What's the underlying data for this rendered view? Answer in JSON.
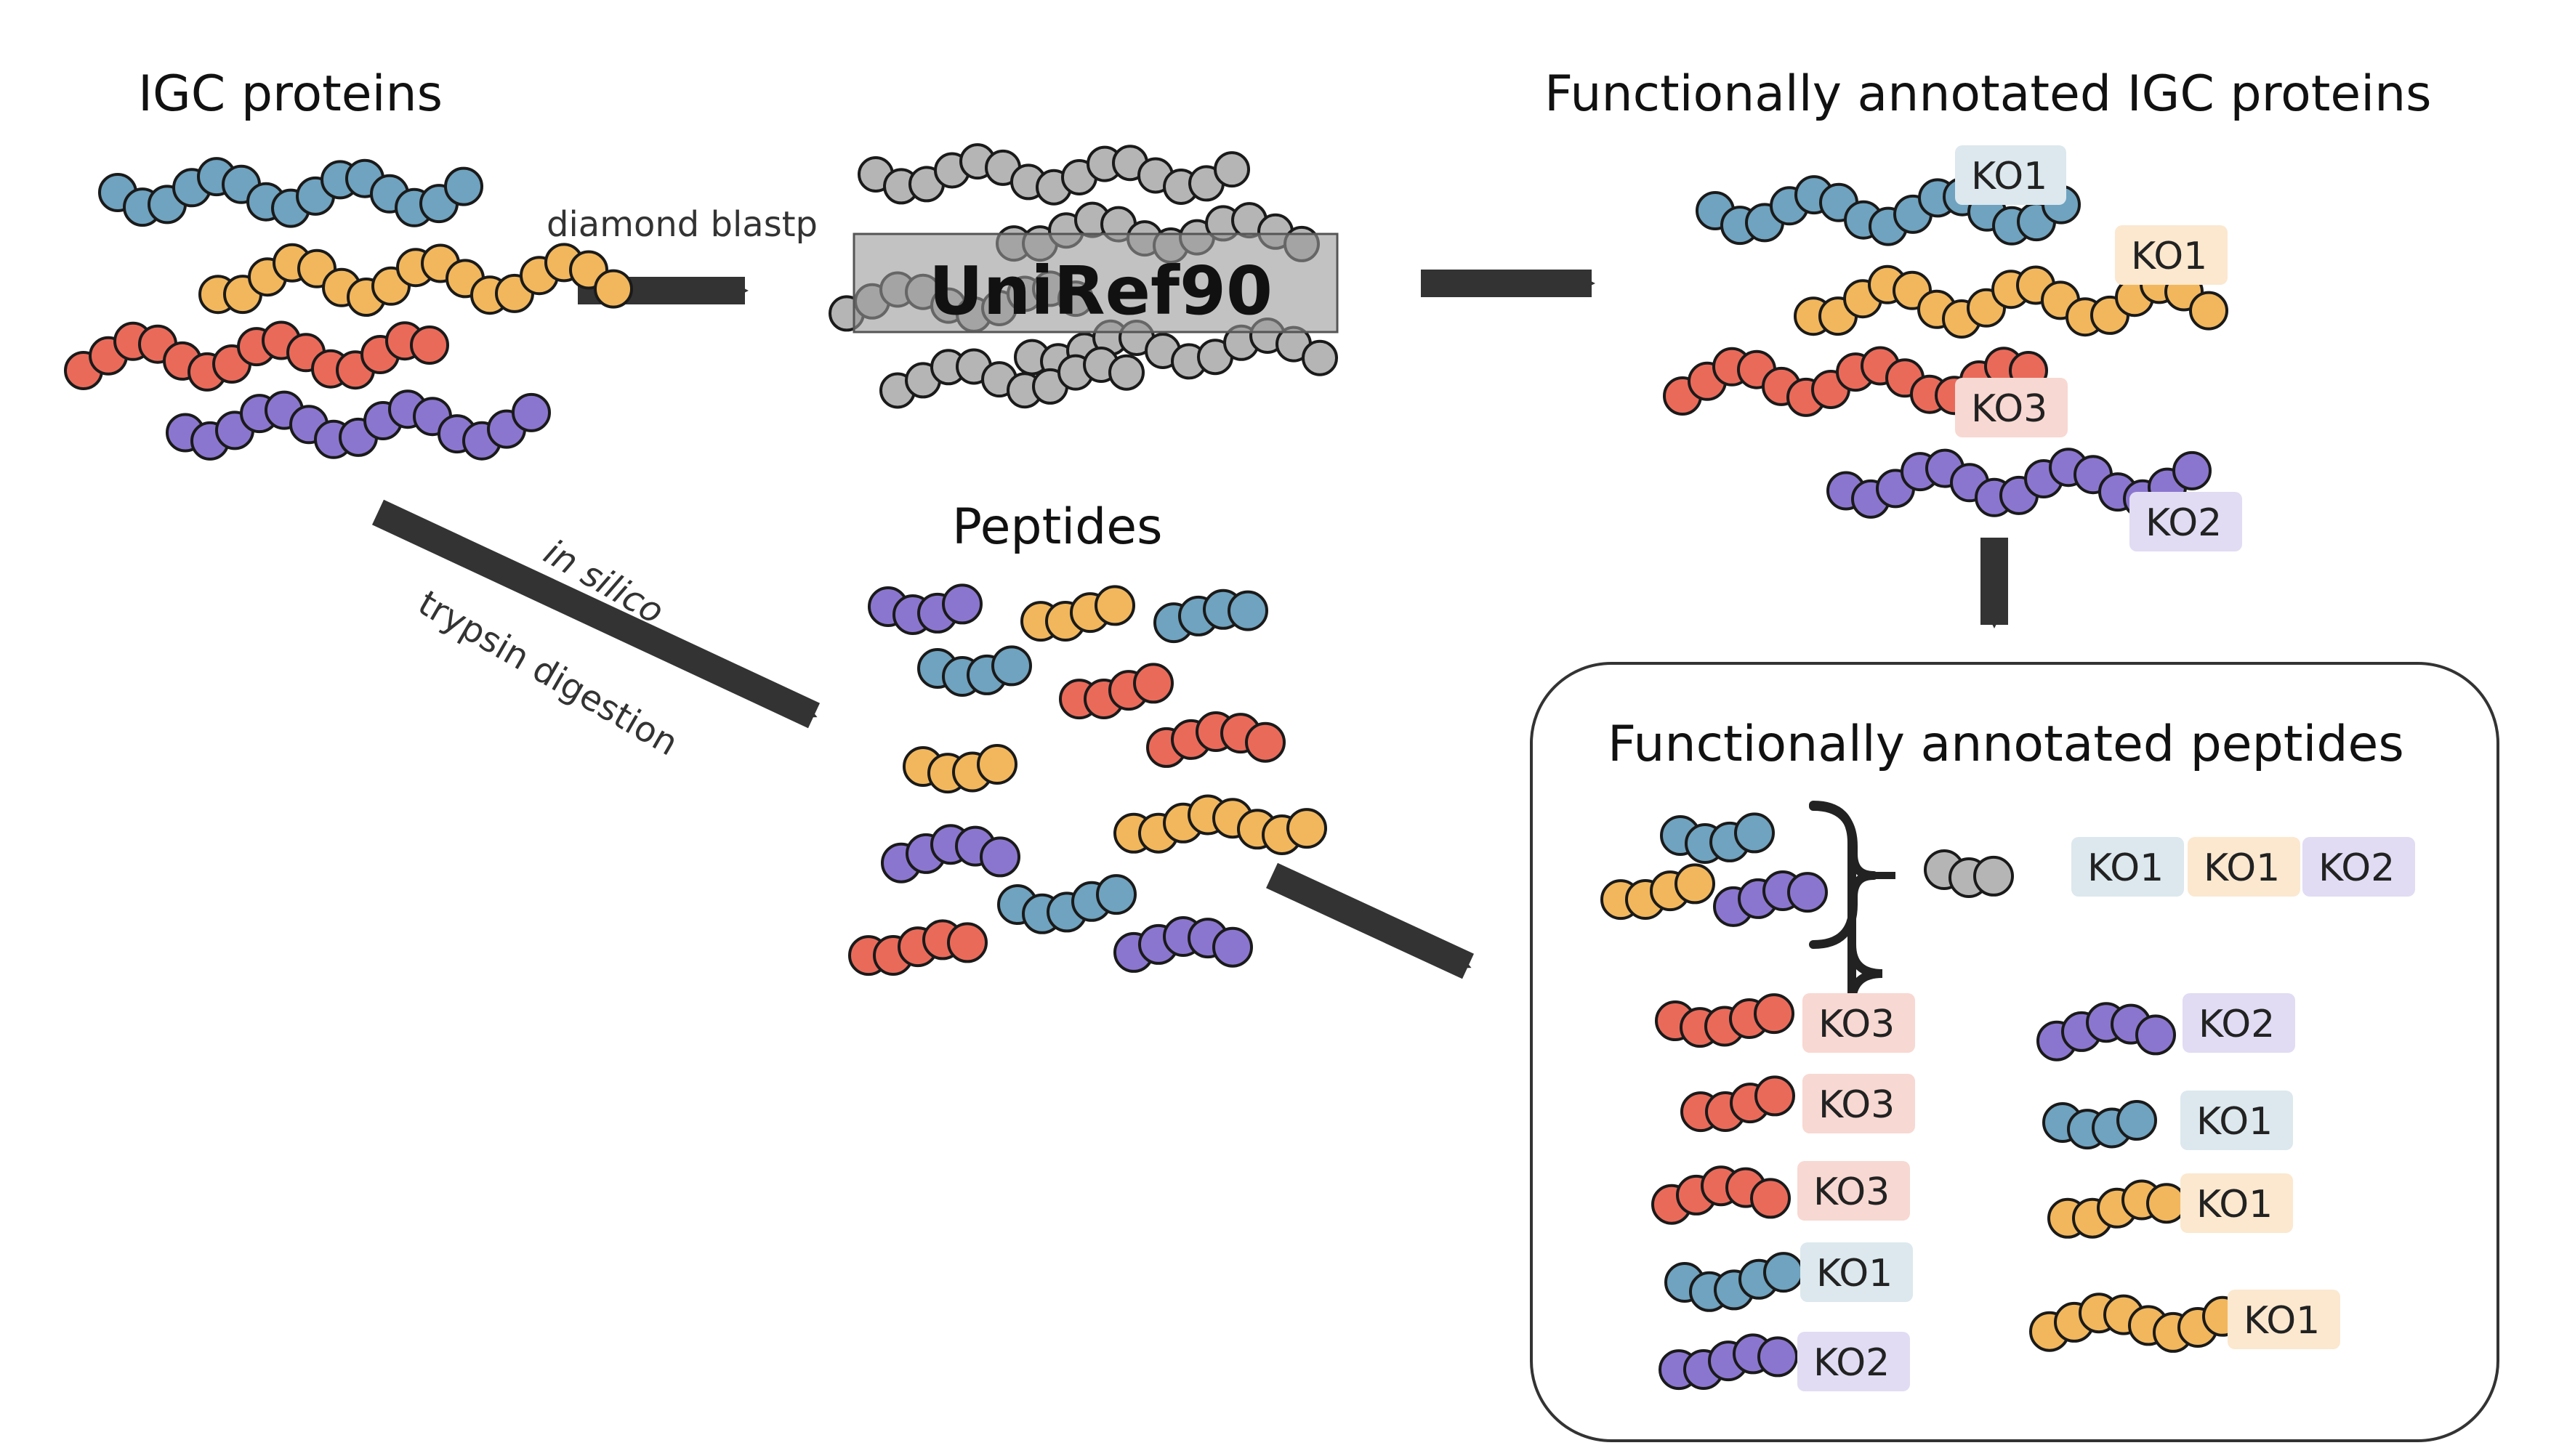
{
  "colors": {
    "blue": "#6fa3bf",
    "orange": "#f2b75c",
    "red": "#ea6a5a",
    "purple": "#8b76cf",
    "gray": "#b5b5b5",
    "arrow": "#333333",
    "tag_KO1_blue": "#dce8ee",
    "tag_KO1_orange": "#fbe8cf",
    "tag_KO2": "#e1dcf3",
    "tag_KO3": "#f8d8d2"
  },
  "labels": {
    "igc_proteins": "IGC proteins",
    "diamond_blastp": "diamond blastp",
    "uniref90": "UniRef90",
    "annotated_proteins": "Functionally annotated IGC proteins",
    "in_silico": "in silico",
    "trypsin_digestion": "trypsin digestion",
    "peptides": "Peptides",
    "annotated_peptides": "Functionally annotated peptides"
  },
  "tags": {
    "ko1": "KO1",
    "ko2": "KO2",
    "ko3": "KO3"
  }
}
